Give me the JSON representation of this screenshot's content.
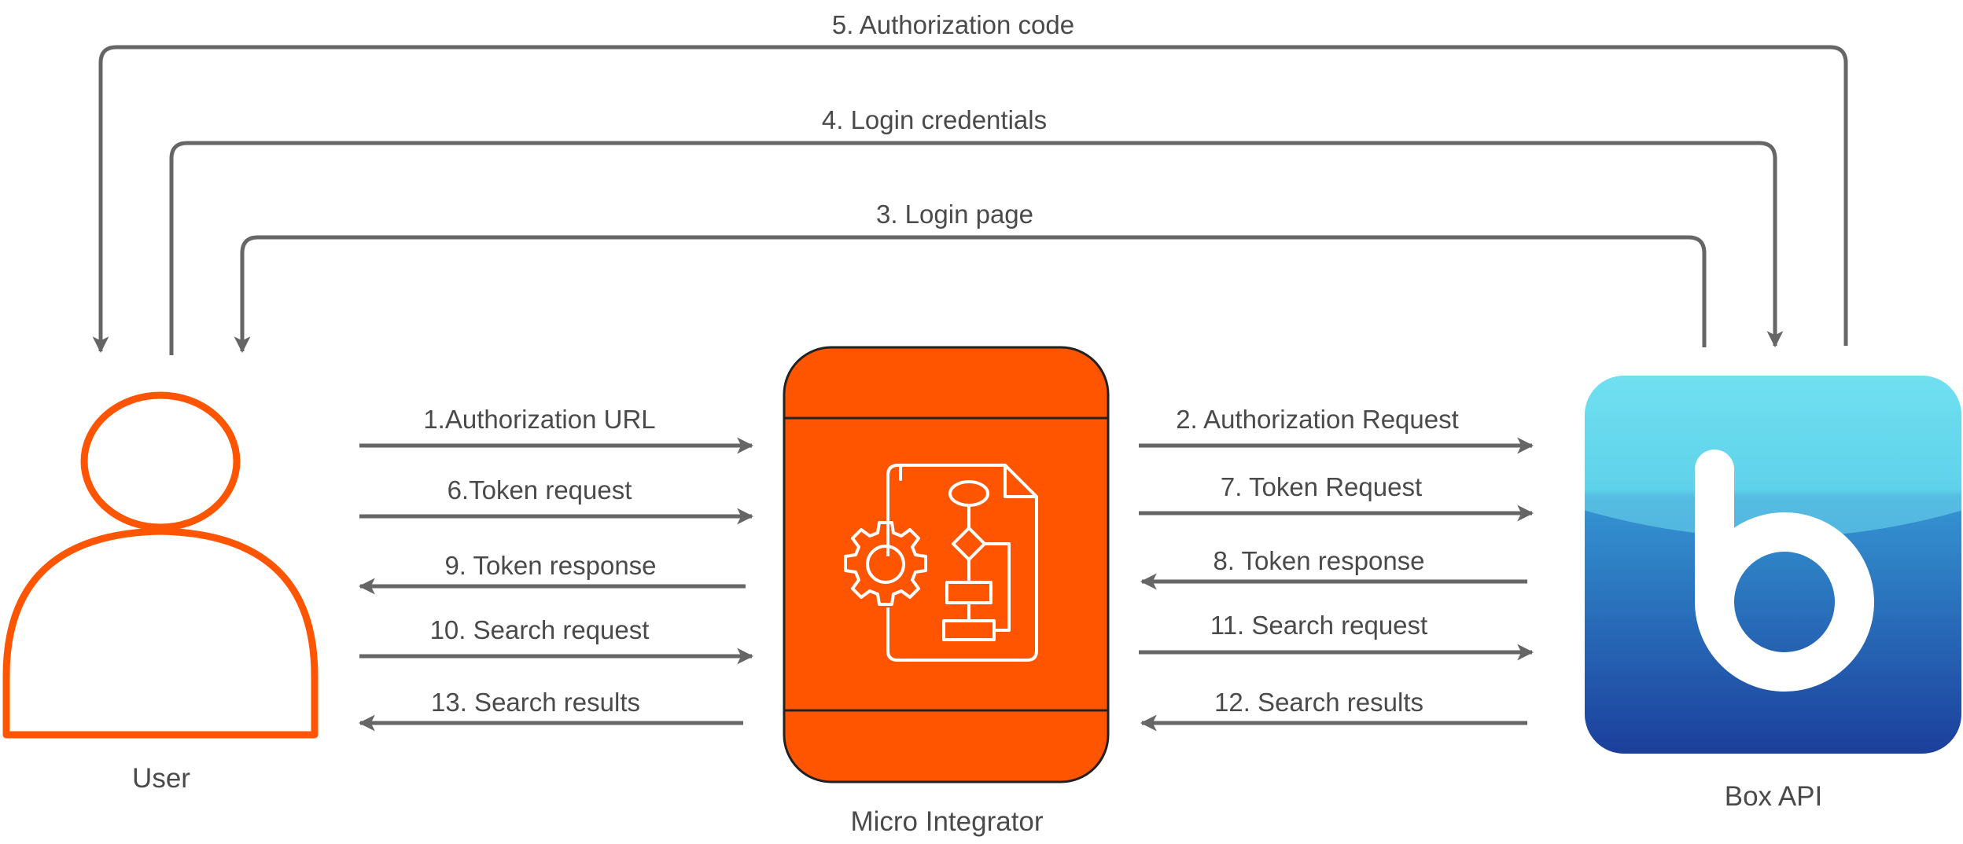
{
  "colors": {
    "arrow": "#666666",
    "text": "#4a4a4a",
    "user": "#ff5500",
    "integrator_fill": "#ff5500",
    "integrator_stroke": "#222222",
    "box_top": "#6fe0ef",
    "box_mid": "#2f8fd0",
    "box_bottom": "#1a3e9a"
  },
  "nodes": {
    "user": {
      "label": "User",
      "icon": "person-outline-icon"
    },
    "integrator": {
      "label": "Micro Integrator",
      "icon": "integration-flow-icon"
    },
    "box": {
      "label": "Box API",
      "icon": "box-b-logo-icon"
    }
  },
  "flows": {
    "f1": "1.Authorization URL",
    "f2": "2. Authorization Request",
    "f3": "3. Login page",
    "f4": "4. Login credentials",
    "f5": "5. Authorization code",
    "f6": "6.Token request",
    "f7": "7. Token Request",
    "f8": "8. Token response",
    "f9": "9. Token response",
    "f10": "10. Search request",
    "f11": "11. Search request",
    "f12": "12. Search results",
    "f13": "13. Search results"
  }
}
